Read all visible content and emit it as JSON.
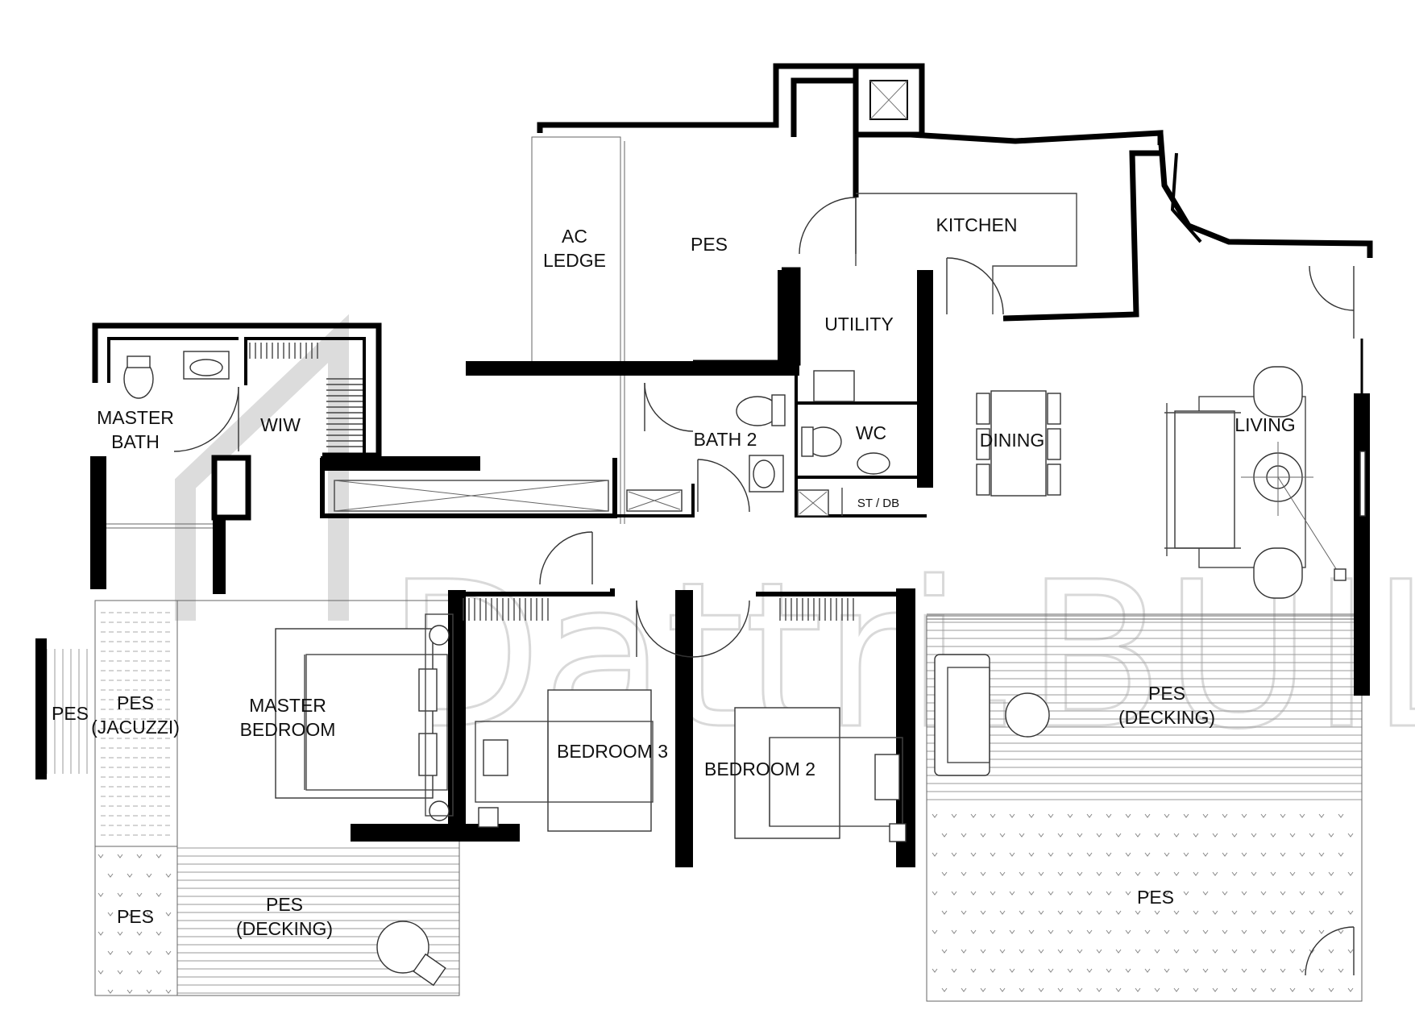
{
  "watermark": "Dattri.BUILD",
  "rooms": {
    "ac_ledge": [
      "AC",
      "LEDGE"
    ],
    "pes_top": "PES",
    "kitchen": "KITCHEN",
    "utility": "UTILITY",
    "wc": "WC",
    "st_db": "ST / DB",
    "bath2": "BATH 2",
    "dining": "DINING",
    "living": "LIVING",
    "master_bath": [
      "MASTER",
      "BATH"
    ],
    "wiw": "WIW",
    "master_bedroom": [
      "MASTER",
      "BEDROOM"
    ],
    "bedroom3": "BEDROOM 3",
    "bedroom2": "BEDROOM 2",
    "pes_left": "PES",
    "pes_jacuzzi": [
      "PES",
      "(JACUZZI)"
    ],
    "pes_bottom_left": "PES",
    "pes_decking_bottom": [
      "PES",
      "(DECKING)"
    ],
    "pes_decking_right": [
      "PES",
      "(DECKING)"
    ],
    "pes_bottom_right": "PES"
  }
}
